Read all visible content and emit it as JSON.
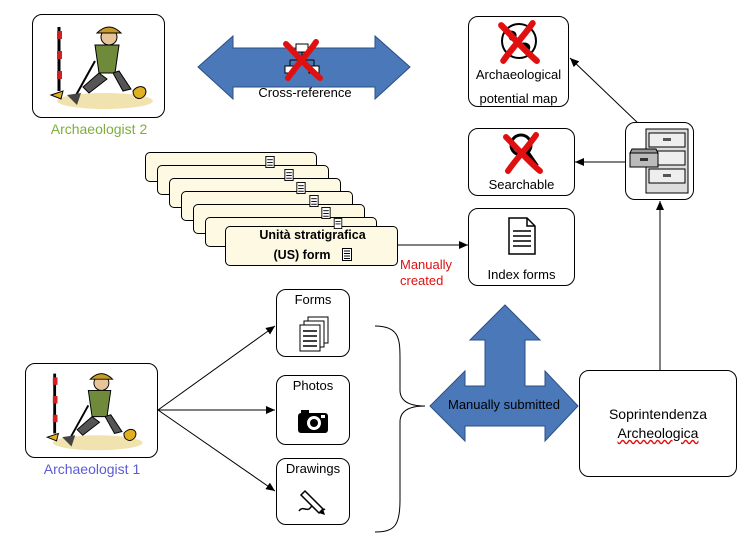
{
  "actors": {
    "archaeologist_1": "Archaeologist 1",
    "archaeologist_2": "Archaeologist 2",
    "archaeologist_1_color": "#5b5bd6",
    "archaeologist_2_color": "#7dae3c"
  },
  "cross_reference": {
    "label": "Cross-reference"
  },
  "potential_map": {
    "line1": "Archaeological",
    "line2": "potential map"
  },
  "searchable": {
    "label": "Searchable"
  },
  "index_forms": {
    "label": "Index forms"
  },
  "manually_created": {
    "line1": "Manually",
    "line2": "created",
    "color": "#e01010"
  },
  "us_form": {
    "line1": "Unità stratigrafica",
    "line2": "(US) form"
  },
  "outputs": {
    "forms": "Forms",
    "photos": "Photos",
    "drawings": "Drawings"
  },
  "manually_submitted": {
    "label": "Manually submitted"
  },
  "soprintendenza": {
    "line1": "Soprintendenza",
    "line2": "Archeologica"
  },
  "colors": {
    "arrow_fill": "#4a78b8",
    "arrow_stroke": "#2c4f86",
    "cross": "#e01010",
    "form_fill": "#fdf9e3"
  },
  "icons": {
    "archaeologist": "archaeologist-digging-icon",
    "network": "network-icon",
    "globe": "globe-icon",
    "search": "search-icon",
    "document": "document-icon",
    "forms": "stacked-documents-icon",
    "photos": "camera-icon",
    "drawings": "pen-drawing-icon",
    "cabinet": "filing-cabinet-icon",
    "cross": "red-cross-icon"
  }
}
